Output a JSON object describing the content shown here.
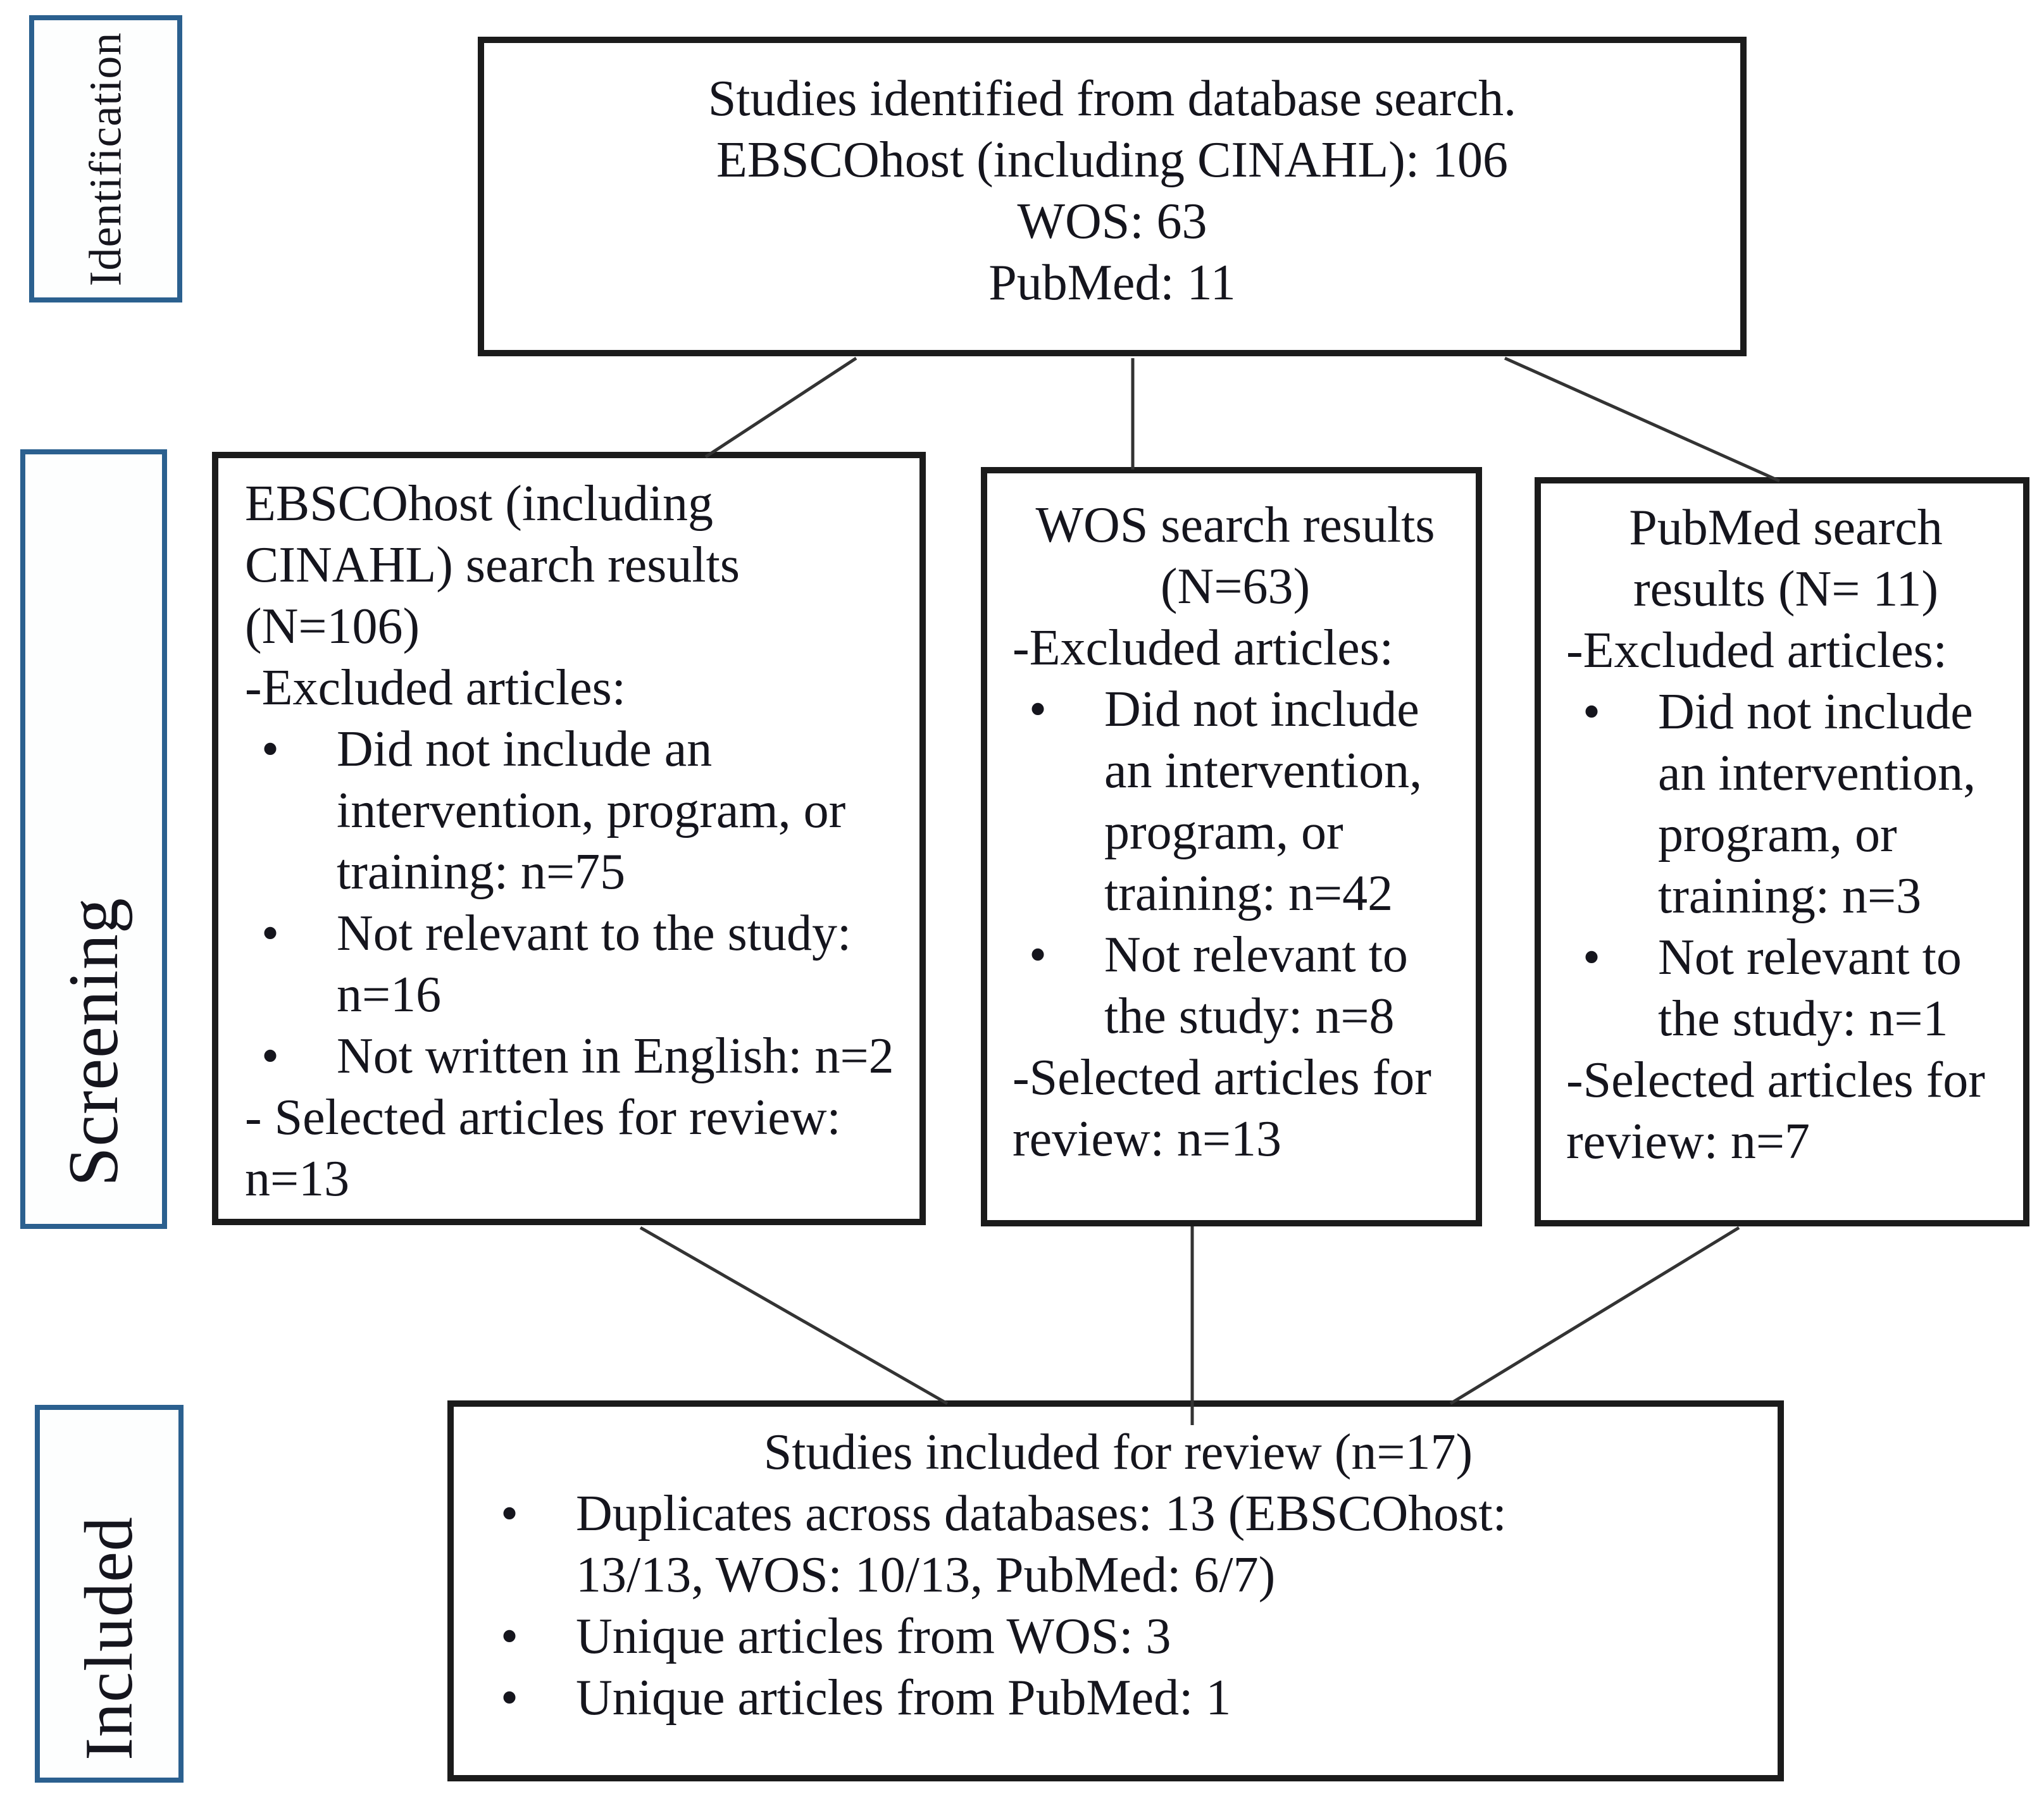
{
  "diagram": {
    "stages": {
      "identification": "Identification",
      "screening": "Screening",
      "included": "Included"
    },
    "identified_box": {
      "lines": [
        "Studies identified from database search.",
        "EBSCOhost (including CINAHL): 106",
        "WOS: 63",
        "PubMed: 11"
      ]
    },
    "ebscohost_box": {
      "title": "EBSCOhost (including CINAHL) search results (N=106)",
      "excluded_label": "-Excluded articles:",
      "exclusions": [
        "Did not include an intervention, program, or training: n=75",
        "Not relevant to the study: n=16",
        "Not written in English: n=2"
      ],
      "selected": "- Selected articles for review: n=13"
    },
    "wos_box": {
      "title": "WOS search results (N=63)",
      "excluded_label": "-Excluded articles:",
      "exclusions": [
        "Did not include an intervention, program, or training: n=42",
        "Not relevant to the study: n=8"
      ],
      "selected": "-Selected articles for review: n=13"
    },
    "pubmed_box": {
      "title": "PubMed search results (N= 11)",
      "excluded_label": "-Excluded articles:",
      "exclusions": [
        "Did not include an intervention, program, or training: n=3",
        "Not relevant to the study: n=1"
      ],
      "selected": "-Selected articles for review: n=7"
    },
    "included_box": {
      "title": "Studies included for review (n=17)",
      "bullets": [
        "Duplicates across databases: 13 (EBSCOhost: 13/13, WOS: 10/13, PubMed: 6/7)",
        "Unique articles from WOS: 3",
        "Unique articles from PubMed: 1"
      ]
    },
    "colors": {
      "flow_box_border": "#1b1b1b",
      "stage_box_border": "#2b608f",
      "text": "#15151d",
      "connector": "#333333",
      "background": "#ffffff"
    }
  }
}
